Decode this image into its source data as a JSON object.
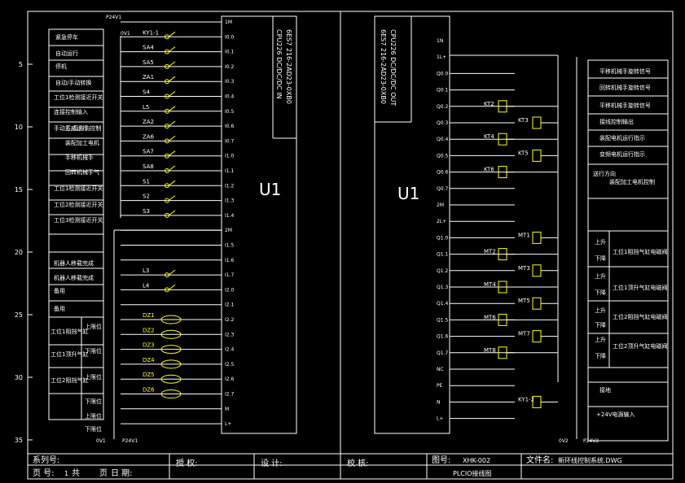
{
  "left_plc": {
    "label": "U1",
    "model": "CPU226 DC/DC/DC IN",
    "part": "6ES7 216-2AD23-0XB0",
    "power_top": "P24V1",
    "power_bottom": [
      "0V1",
      "P24V1"
    ],
    "rail_top": "0V1",
    "input_pins": [
      "1M",
      "I0.0",
      "I0.1",
      "I0.2",
      "I0.3",
      "I0.4",
      "I0.5",
      "I0.6",
      "I0.7",
      "I1.0",
      "I1.1",
      "I1.2",
      "I1.3",
      "I1.4",
      "2M",
      "I1.5",
      "I1.6",
      "I1.7",
      "I2.0",
      "I2.1",
      "I2.2",
      "I2.3",
      "I2.4",
      "I2.5",
      "I2.6",
      "I2.7",
      "M",
      "L+"
    ],
    "switches": [
      "KY1-1",
      "SA4",
      "SA5",
      "ZA1",
      "S4",
      "L5",
      "ZA2",
      "ZA6",
      "SA7",
      "SA8",
      "S1",
      "S2",
      "S3",
      "L3",
      "L4",
      "DZ1",
      "DZ2",
      "DZ3",
      "DZ4",
      "DZ5",
      "DZ6"
    ],
    "descriptions": [
      "紧急停车",
      "自动运行",
      "停机",
      "自动/手动转换",
      "工位1检测接近开关",
      "连接控制输入",
      "手动方式运行",
      "正/反方向控制",
      "装配加工电机",
      "手移机械手",
      "回转机械手气",
      "工位1检测接近开关",
      "工位2检测接近开关",
      "工位3检测接近开关",
      "机器人移载完成",
      "机器人移载完成",
      "备用",
      "备用",
      "工位1阻挡气缸",
      "工位1顶升气缸",
      "工位2阻挡气缸",
      "上限位",
      "下限位",
      "上限位",
      "下限位",
      "上限位",
      "下限位"
    ]
  },
  "right_plc": {
    "label": "U1",
    "model": "CPU226 DC/DC/DC OUT",
    "part": "6ES7 216-2AD23-0XB0",
    "output_pins": [
      "1N",
      "1L+",
      "Q0.0",
      "Q0.1",
      "Q0.2",
      "Q0.3",
      "Q0.4",
      "Q0.5",
      "Q0.6",
      "Q0.7",
      "2M",
      "2L+",
      "Q1.0",
      "Q1.1",
      "Q1.2",
      "Q1.3",
      "Q1.4",
      "Q1.5",
      "Q1.6",
      "Q1.7",
      "NC",
      "PE",
      "N",
      "L+"
    ],
    "coils": [
      "KT2",
      "KT3",
      "KT4",
      "KT5",
      "KT6",
      "MT1",
      "MT2",
      "MT3",
      "MT4",
      "MT5",
      "MT6",
      "MT7",
      "MT8",
      "KY1-2"
    ],
    "power_bottom": [
      "0V2",
      "P24V2"
    ],
    "descriptions": [
      "平移机械手旋转信号",
      "回转机械手旋转信号",
      "平移机械手旋转信号",
      "接线控制输出",
      "装配电机运行指示",
      "变频电机运行指示",
      "送行方向",
      "装配加工电机控制",
      "上升",
      "下降",
      "工位1阻挡气缸电磁阀",
      "上升",
      "下降",
      "工位1顶升气缸电磁阀",
      "上升",
      "下降",
      "工位2阻挡气缸电磁阀",
      "上升",
      "下降",
      "工位2顶升气缸电磁阀",
      "接地",
      "+24V电源输入"
    ]
  },
  "ruler": [
    "5",
    "10",
    "15",
    "20",
    "25",
    "30",
    "35"
  ],
  "title_block": {
    "series_label": "系列号:",
    "page_label": "页  号:",
    "page_value": "1",
    "total_label": "共",
    "sheet_label": "页",
    "date_label": "日 期:",
    "approve_label": "授  权:",
    "design_label": "设  计:",
    "check_label": "校  核:",
    "drawing_no_label": "图号:",
    "drawing_no_value": "XHK-002",
    "drawing_title": "PLCIO接线图",
    "file_label": "文件名:",
    "file_value": "新环线控制系统.DWG"
  }
}
